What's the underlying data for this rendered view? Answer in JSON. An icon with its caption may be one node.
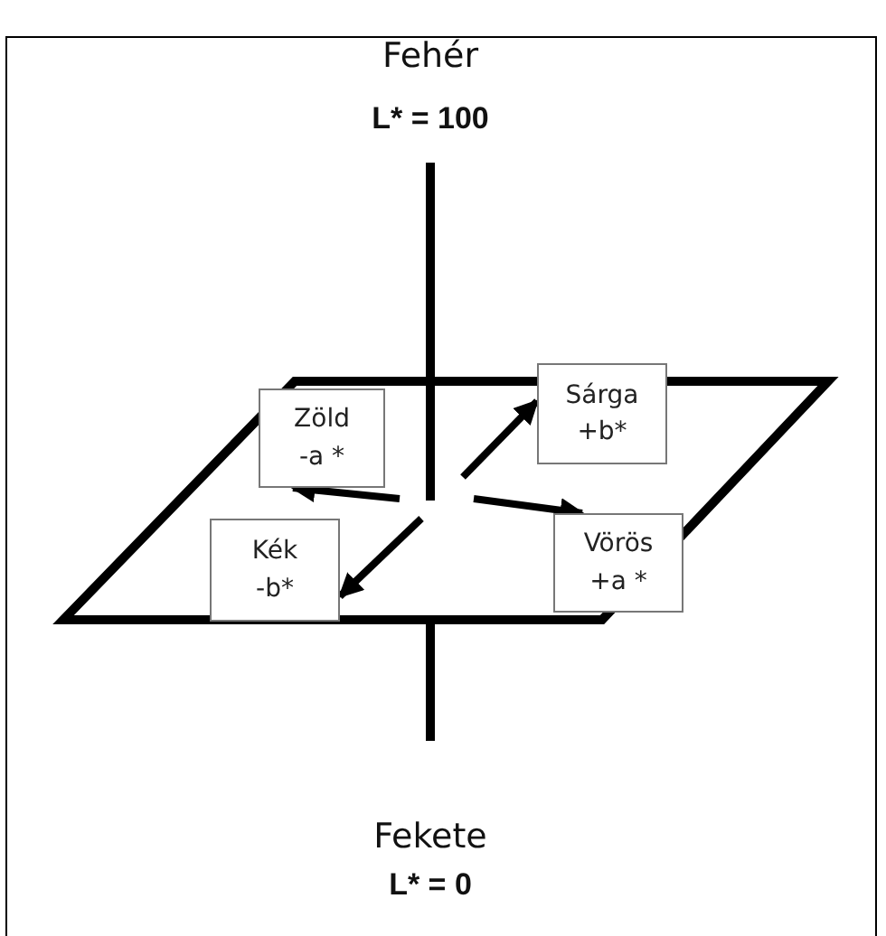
{
  "diagram": {
    "nodes": [
      {
        "text": [
          "Zöld",
          "-a *"
        ]
      },
      {
        "text": [
          "Sárga",
          "+b*"
        ]
      },
      {
        "text": [
          "Kék",
          "-b*"
        ]
      },
      {
        "text": [
          "Vörös",
          "+a *"
        ]
      }
    ],
    "edges": [
      {
        "from": null,
        "to": 0,
        "arrow": "to"
      },
      {
        "from": null,
        "to": 1,
        "arrow": "to"
      },
      {
        "from": null,
        "to": 3,
        "arrow": "to"
      },
      {
        "from": null,
        "to": 2,
        "arrow": "to"
      }
    ],
    "labels": [
      "Fehér",
      "L* = 100",
      "Fekete",
      "L* = 0"
    ]
  }
}
